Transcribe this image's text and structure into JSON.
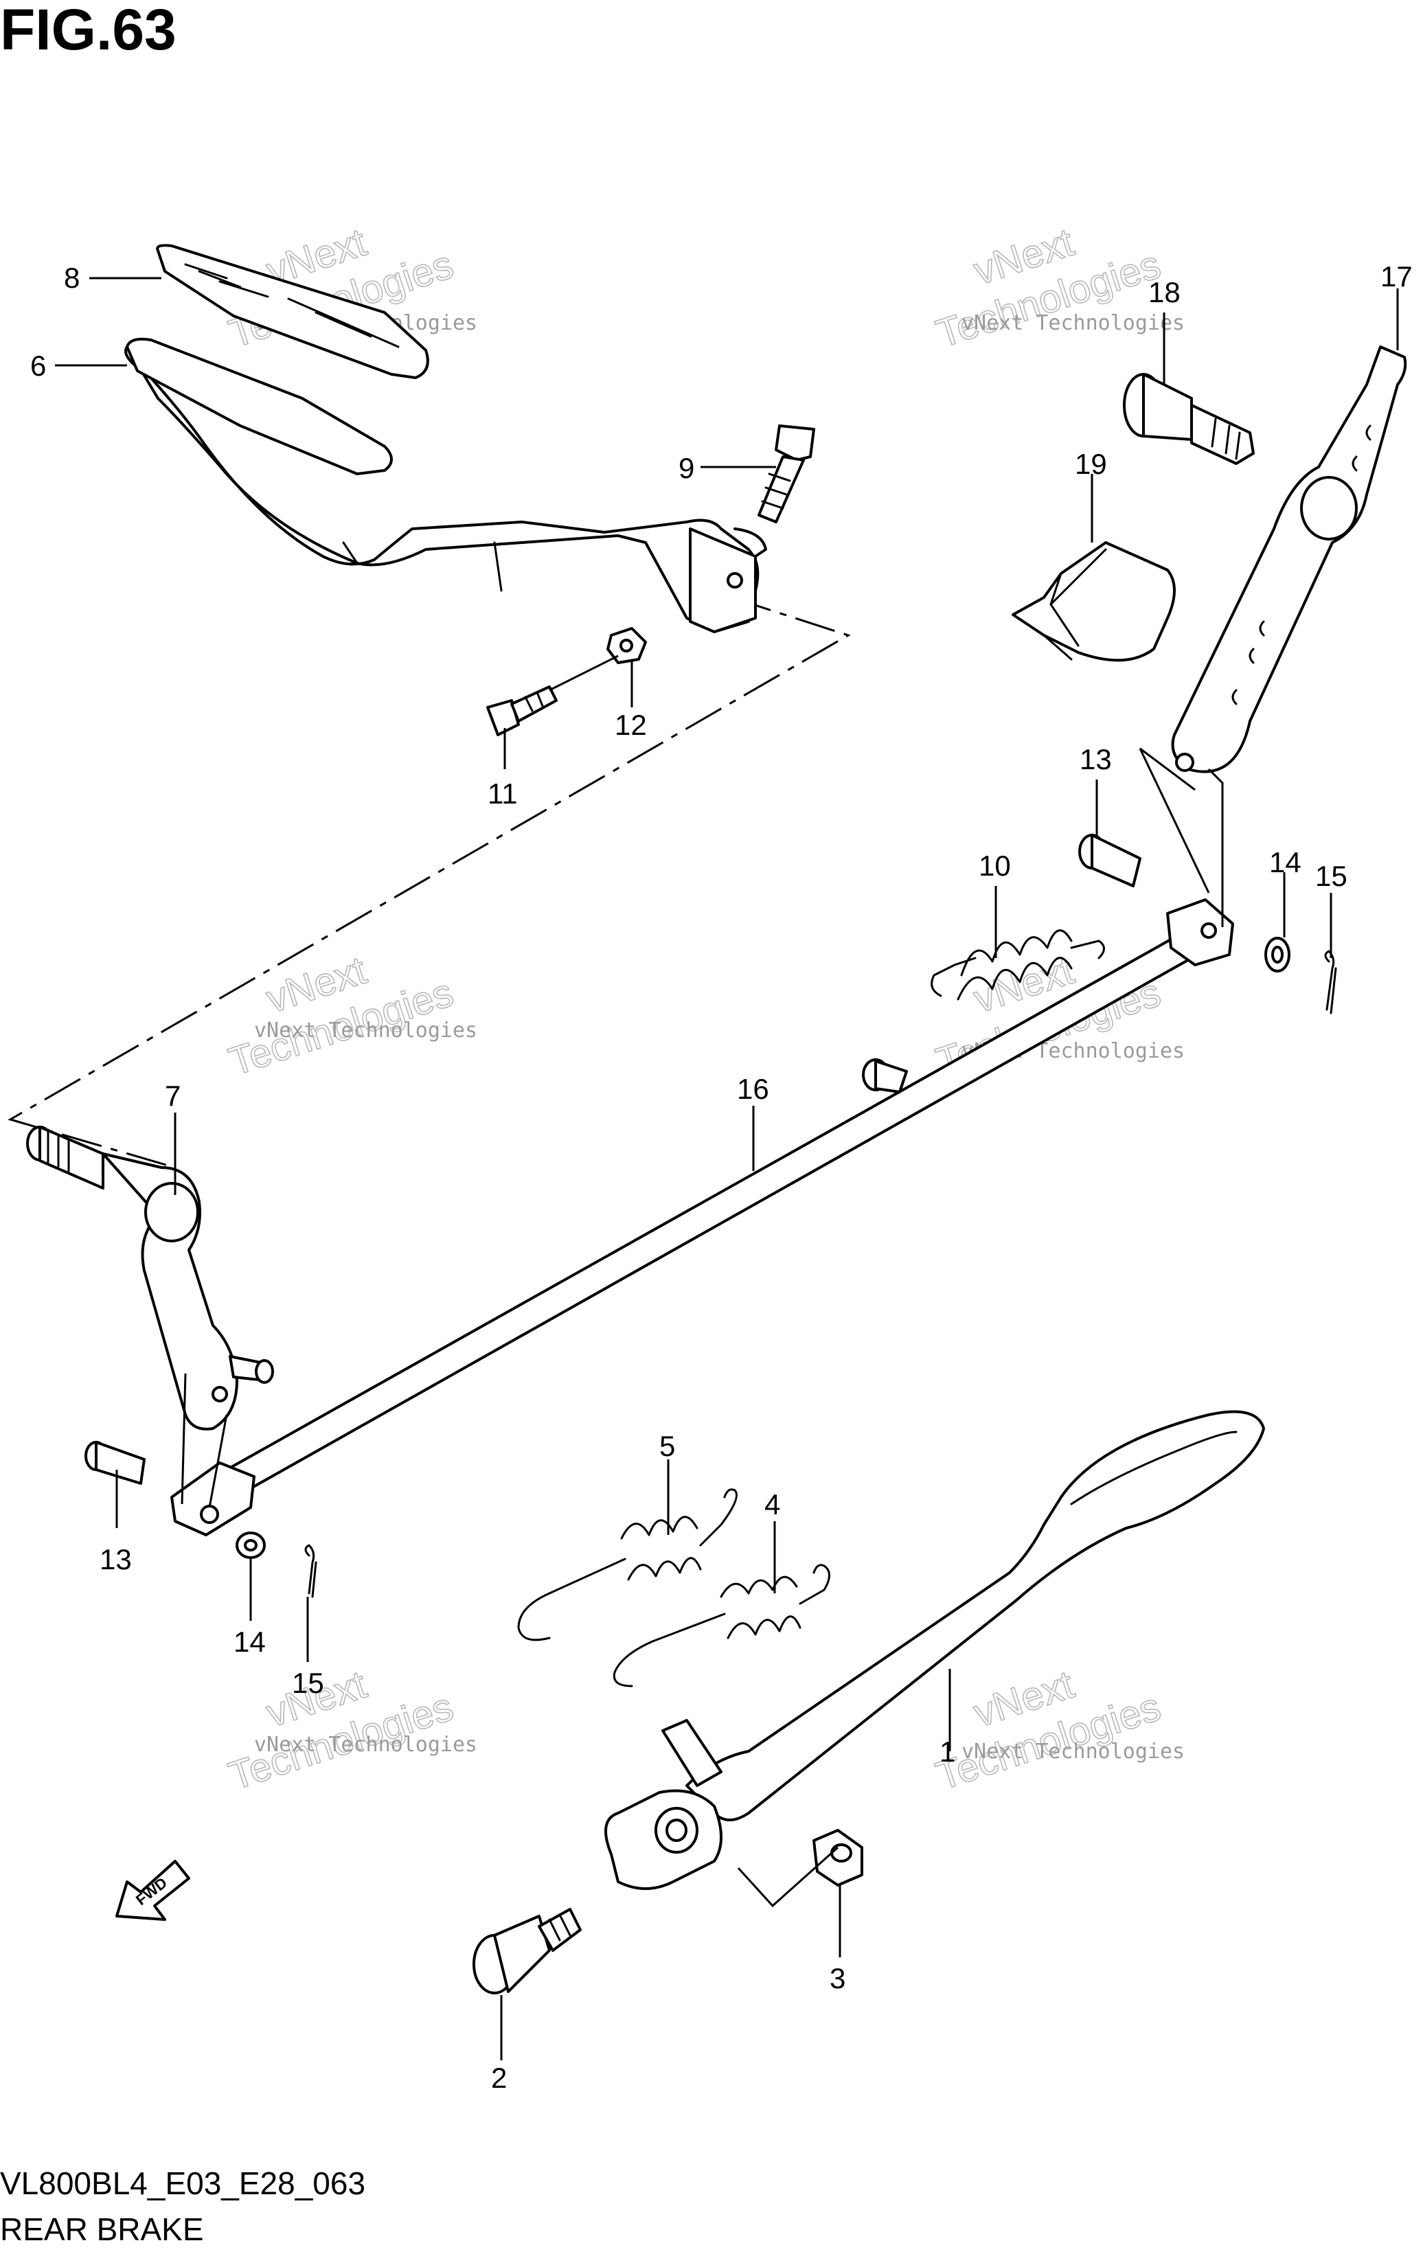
{
  "figure": {
    "title": "FIG.63",
    "model_code": "VL800BL4_E03_E28_063",
    "caption": "REAR BRAKE"
  },
  "watermark": {
    "line1": "vNext Technologies",
    "line2": "vNext",
    "line3": "Technologies"
  },
  "fwd_label": "FWD",
  "callouts": [
    {
      "id": "c8",
      "label": "8"
    },
    {
      "id": "c6",
      "label": "6"
    },
    {
      "id": "c9",
      "label": "9"
    },
    {
      "id": "c12",
      "label": "12"
    },
    {
      "id": "c11",
      "label": "11"
    },
    {
      "id": "c18",
      "label": "18"
    },
    {
      "id": "c17",
      "label": "17"
    },
    {
      "id": "c19",
      "label": "19"
    },
    {
      "id": "c13a",
      "label": "13"
    },
    {
      "id": "c10",
      "label": "10"
    },
    {
      "id": "c14a",
      "label": "14"
    },
    {
      "id": "c15a",
      "label": "15"
    },
    {
      "id": "c16",
      "label": "16"
    },
    {
      "id": "c7",
      "label": "7"
    },
    {
      "id": "c5",
      "label": "5"
    },
    {
      "id": "c4",
      "label": "4"
    },
    {
      "id": "c13b",
      "label": "13"
    },
    {
      "id": "c14b",
      "label": "14"
    },
    {
      "id": "c15b",
      "label": "15"
    },
    {
      "id": "c1",
      "label": "1"
    },
    {
      "id": "c3",
      "label": "3"
    },
    {
      "id": "c2",
      "label": "2"
    }
  ]
}
